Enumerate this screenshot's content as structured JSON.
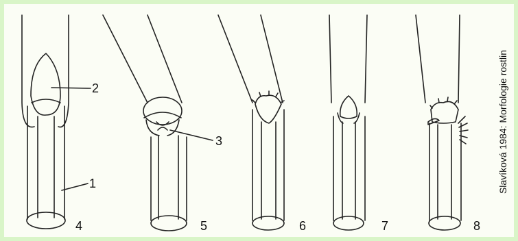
{
  "credit": "Slavíková 1984: Morfologie rostlin",
  "labels": {
    "part_1": "1",
    "part_2": "2",
    "part_3": "3"
  },
  "stage_numbers": [
    "4",
    "5",
    "6",
    "7",
    "8"
  ]
}
